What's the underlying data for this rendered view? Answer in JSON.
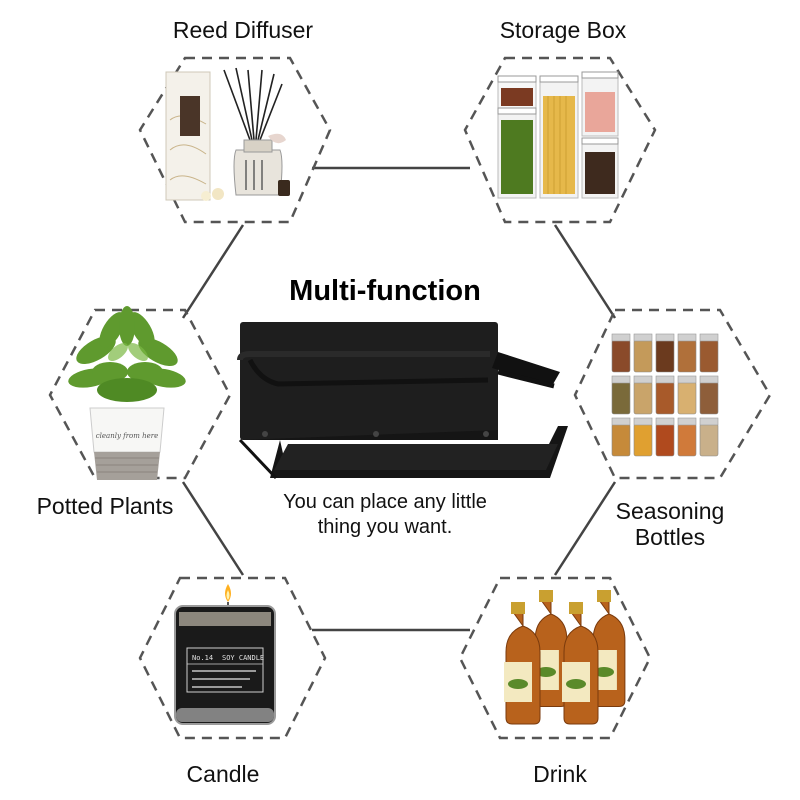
{
  "title": "Multi-function",
  "description": {
    "line1": "You can place any little",
    "line2": "thing you want."
  },
  "items": [
    {
      "label": "Reed Diffuser"
    },
    {
      "label": "Storage Box"
    },
    {
      "label": "Potted Plants"
    },
    {
      "label": "Seasoning",
      "label2": "Bottles"
    },
    {
      "label": "Candle"
    },
    {
      "label": "Drink"
    }
  ],
  "candle_text": {
    "brand": "No.14",
    "scent": "SOY CANDLE"
  },
  "plant_pot_text": "cleanly from here",
  "colors": {
    "rack": "#1c1c1c",
    "hex_dash": "#555555",
    "connector": "#444444",
    "text": "#111111"
  }
}
